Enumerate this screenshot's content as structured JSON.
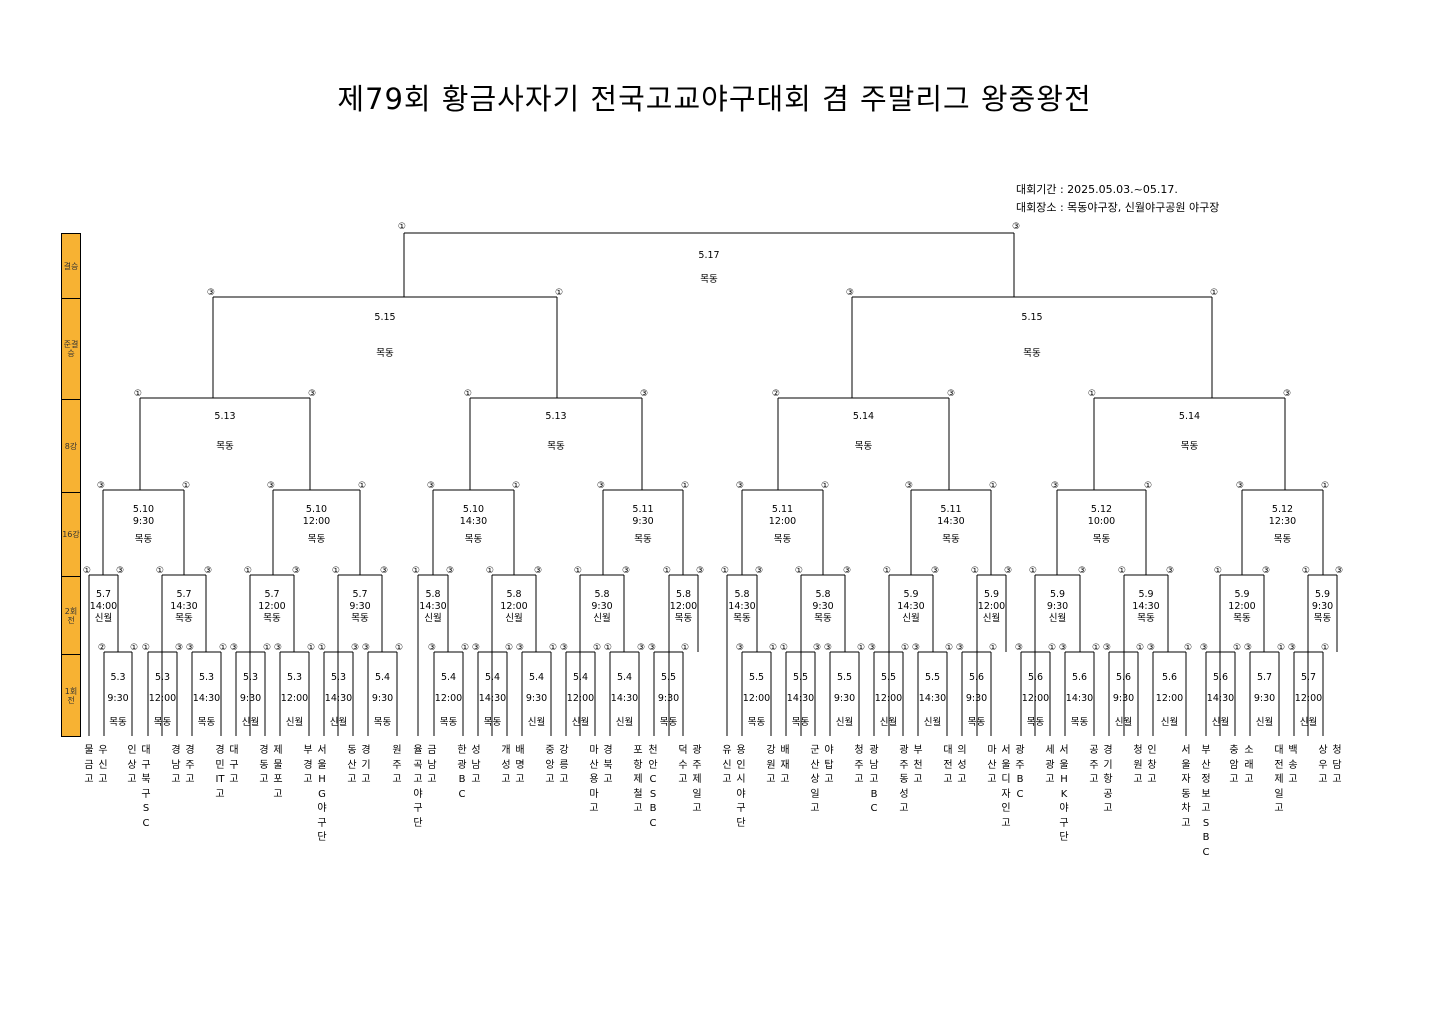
{
  "title": "제79회 황금사자기 전국고교야구대회 겸 주말리그 왕중왕전",
  "info": {
    "period": "대회기간 : 2025.05.03.~05.17.",
    "venue": "대회장소 : 목동야구장, 신월야구공원 야구장"
  },
  "rounds": [
    "결승",
    "준결승",
    "8강",
    "16강",
    "2회전",
    "1회전"
  ],
  "teams": [
    "물금고",
    "우신고",
    "인상고",
    "대구북구SC",
    "경남고",
    "경주고",
    "경민IT고",
    "대구고",
    "경동고",
    "제물포고",
    "부경고",
    "서울HG야구단",
    "동산고",
    "경기고",
    "원주고",
    "율곡고야구단",
    "금남고",
    "한광BC",
    "성남고",
    "개성고",
    "배명고",
    "중앙고",
    "강릉고",
    "마산용마고",
    "경북고",
    "포항제철고",
    "천안CSBC",
    "덕수고",
    "광주제일고",
    "유신고",
    "용인시야구단",
    "강원고",
    "배재고",
    "군산상일고",
    "야탑고",
    "청주고",
    "광남고BC",
    "광주동성고",
    "부천고",
    "대전고",
    "의성고",
    "마산고",
    "서울디자인고",
    "광주BC",
    "세광고",
    "서울HK야구단",
    "공주고",
    "경기항공고",
    "청원고",
    "인창고",
    "서울자동차고",
    "부산정보고SBC",
    "충암고",
    "소래고",
    "대전제일고",
    "백송고",
    "상우고",
    "청담고"
  ],
  "r1": [
    {
      "date": "5.3",
      "time": "9:30",
      "venue": "목동",
      "left": "②",
      "right": "①"
    },
    {
      "date": "5.3",
      "time": "12:00",
      "venue": "목동",
      "left": "①",
      "right": "③"
    },
    {
      "date": "5.3",
      "time": "14:30",
      "venue": "목동",
      "left": "③",
      "right": "①"
    },
    {
      "date": "5.3",
      "time": "9:30",
      "venue": "신월",
      "left": "③",
      "right": "①"
    },
    {
      "date": "5.3",
      "time": "12:00",
      "venue": "신월",
      "left": "③",
      "right": "①"
    },
    {
      "date": "5.3",
      "time": "14:30",
      "venue": "신월",
      "left": "①",
      "right": "③"
    },
    {
      "date": "5.4",
      "time": "9:30",
      "venue": "목동",
      "left": "③",
      "right": "①"
    },
    {
      "date": "5.4",
      "time": "12:00",
      "venue": "목동",
      "left": "③",
      "right": "①"
    },
    {
      "date": "5.4",
      "time": "14:30",
      "venue": "목동",
      "left": "③",
      "right": "①"
    },
    {
      "date": "5.4",
      "time": "9:30",
      "venue": "신월",
      "left": "③",
      "right": "①"
    },
    {
      "date": "5.4",
      "time": "12:00",
      "venue": "신월",
      "left": "③",
      "right": "①"
    },
    {
      "date": "5.4",
      "time": "14:30",
      "venue": "신월",
      "left": "①",
      "right": "③"
    },
    {
      "date": "5.5",
      "time": "9:30",
      "venue": "목동",
      "left": "③",
      "right": "①"
    },
    {
      "date": "5.5",
      "time": "12:00",
      "venue": "목동",
      "left": "③",
      "right": "①"
    },
    {
      "date": "5.5",
      "time": "14:30",
      "venue": "목동",
      "left": "①",
      "right": "③"
    },
    {
      "date": "5.5",
      "time": "9:30",
      "venue": "신월",
      "left": "③",
      "right": "①"
    },
    {
      "date": "5.5",
      "time": "12:00",
      "venue": "신월",
      "left": "③",
      "right": "①"
    },
    {
      "date": "5.5",
      "time": "14:30",
      "venue": "신월",
      "left": "③",
      "right": "①"
    },
    {
      "date": "5.6",
      "time": "9:30",
      "venue": "목동",
      "left": "③",
      "right": "①"
    },
    {
      "date": "5.6",
      "time": "12:00",
      "venue": "목동",
      "left": "③",
      "right": "①"
    },
    {
      "date": "5.6",
      "time": "14:30",
      "venue": "목동",
      "left": "③",
      "right": "①"
    },
    {
      "date": "5.6",
      "time": "9:30",
      "venue": "신월",
      "left": "③",
      "right": "①"
    },
    {
      "date": "5.6",
      "time": "12:00",
      "venue": "신월",
      "left": "③",
      "right": "①"
    },
    {
      "date": "5.6",
      "time": "14:30",
      "venue": "신월",
      "left": "③",
      "right": "①"
    },
    {
      "date": "5.7",
      "time": "9:30",
      "venue": "신월",
      "left": "③",
      "right": "①"
    },
    {
      "date": "5.7",
      "time": "12:00",
      "venue": "신월",
      "left": "③",
      "right": "①"
    }
  ],
  "r2": [
    {
      "date": "5.7",
      "time": "14:00",
      "venue": "신월",
      "left": "①",
      "right": "③"
    },
    {
      "date": "5.7",
      "time": "14:30",
      "venue": "목동",
      "left": "①",
      "right": "③"
    },
    {
      "date": "5.7",
      "time": "12:00",
      "venue": "목동",
      "left": "①",
      "right": "③"
    },
    {
      "date": "5.7",
      "time": "9:30",
      "venue": "목동",
      "left": "①",
      "right": "③"
    },
    {
      "date": "5.8",
      "time": "14:30",
      "venue": "신월",
      "left": "①",
      "right": "③"
    },
    {
      "date": "5.8",
      "time": "12:00",
      "venue": "신월",
      "left": "①",
      "right": "③"
    },
    {
      "date": "5.8",
      "time": "9:30",
      "venue": "신월",
      "left": "①",
      "right": "③"
    },
    {
      "date": "5.8",
      "time": "12:00",
      "venue": "목동",
      "left": "①",
      "right": "③"
    },
    {
      "date": "5.8",
      "time": "14:30",
      "venue": "목동",
      "left": "①",
      "right": "③"
    },
    {
      "date": "5.8",
      "time": "9:30",
      "venue": "목동",
      "left": "①",
      "right": "③"
    },
    {
      "date": "5.9",
      "time": "14:30",
      "venue": "신월",
      "left": "①",
      "right": "③"
    },
    {
      "date": "5.9",
      "time": "12:00",
      "venue": "신월",
      "left": "①",
      "right": "③"
    },
    {
      "date": "5.9",
      "time": "9:30",
      "venue": "신월",
      "left": "①",
      "right": "③"
    },
    {
      "date": "5.9",
      "time": "14:30",
      "venue": "목동",
      "left": "①",
      "right": "③"
    },
    {
      "date": "5.9",
      "time": "12:00",
      "venue": "목동",
      "left": "①",
      "right": "③"
    },
    {
      "date": "5.9",
      "time": "9:30",
      "venue": "목동",
      "left": "①",
      "right": "③"
    }
  ],
  "r16": [
    {
      "date": "5.10",
      "time": "9:30",
      "venue": "목동",
      "left": "③",
      "right": "①"
    },
    {
      "date": "5.10",
      "time": "12:00",
      "venue": "목동",
      "left": "③",
      "right": "①"
    },
    {
      "date": "5.10",
      "time": "14:30",
      "venue": "목동",
      "left": "③",
      "right": "①"
    },
    {
      "date": "5.11",
      "time": "9:30",
      "venue": "목동",
      "left": "③",
      "right": "①"
    },
    {
      "date": "5.11",
      "time": "12:00",
      "venue": "목동",
      "left": "③",
      "right": "①"
    },
    {
      "date": "5.11",
      "time": "14:30",
      "venue": "목동",
      "left": "③",
      "right": "①"
    },
    {
      "date": "5.12",
      "time": "10:00",
      "venue": "목동",
      "left": "③",
      "right": "①"
    },
    {
      "date": "5.12",
      "time": "12:30",
      "venue": "목동",
      "left": "③",
      "right": "①"
    }
  ],
  "qf": [
    {
      "date": "5.13",
      "venue": "목동",
      "left": "①",
      "right": "③"
    },
    {
      "date": "5.13",
      "venue": "목동",
      "left": "①",
      "right": "③"
    },
    {
      "date": "5.14",
      "venue": "목동",
      "left": "②",
      "right": "③"
    },
    {
      "date": "5.14",
      "venue": "목동",
      "left": "①",
      "right": "③"
    }
  ],
  "sf": [
    {
      "date": "5.15",
      "venue": "목동",
      "left": "③",
      "right": "①"
    },
    {
      "date": "5.15",
      "venue": "목동",
      "left": "③",
      "right": "①"
    }
  ],
  "final": {
    "date": "5.17",
    "venue": "목동",
    "left": "①",
    "right": "③"
  }
}
